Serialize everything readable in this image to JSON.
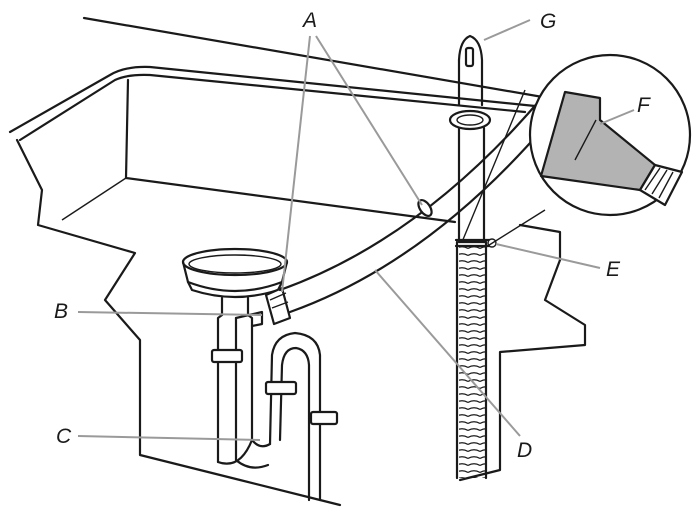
{
  "labels": {
    "a": "A",
    "b": "B",
    "c": "C",
    "d": "D",
    "e": "E",
    "f": "F",
    "g": "G"
  },
  "colors": {
    "ink": "#1a1a1a",
    "leader": "#9a9a9a",
    "shade": "#b3b3b3",
    "paper": "#ffffff"
  }
}
